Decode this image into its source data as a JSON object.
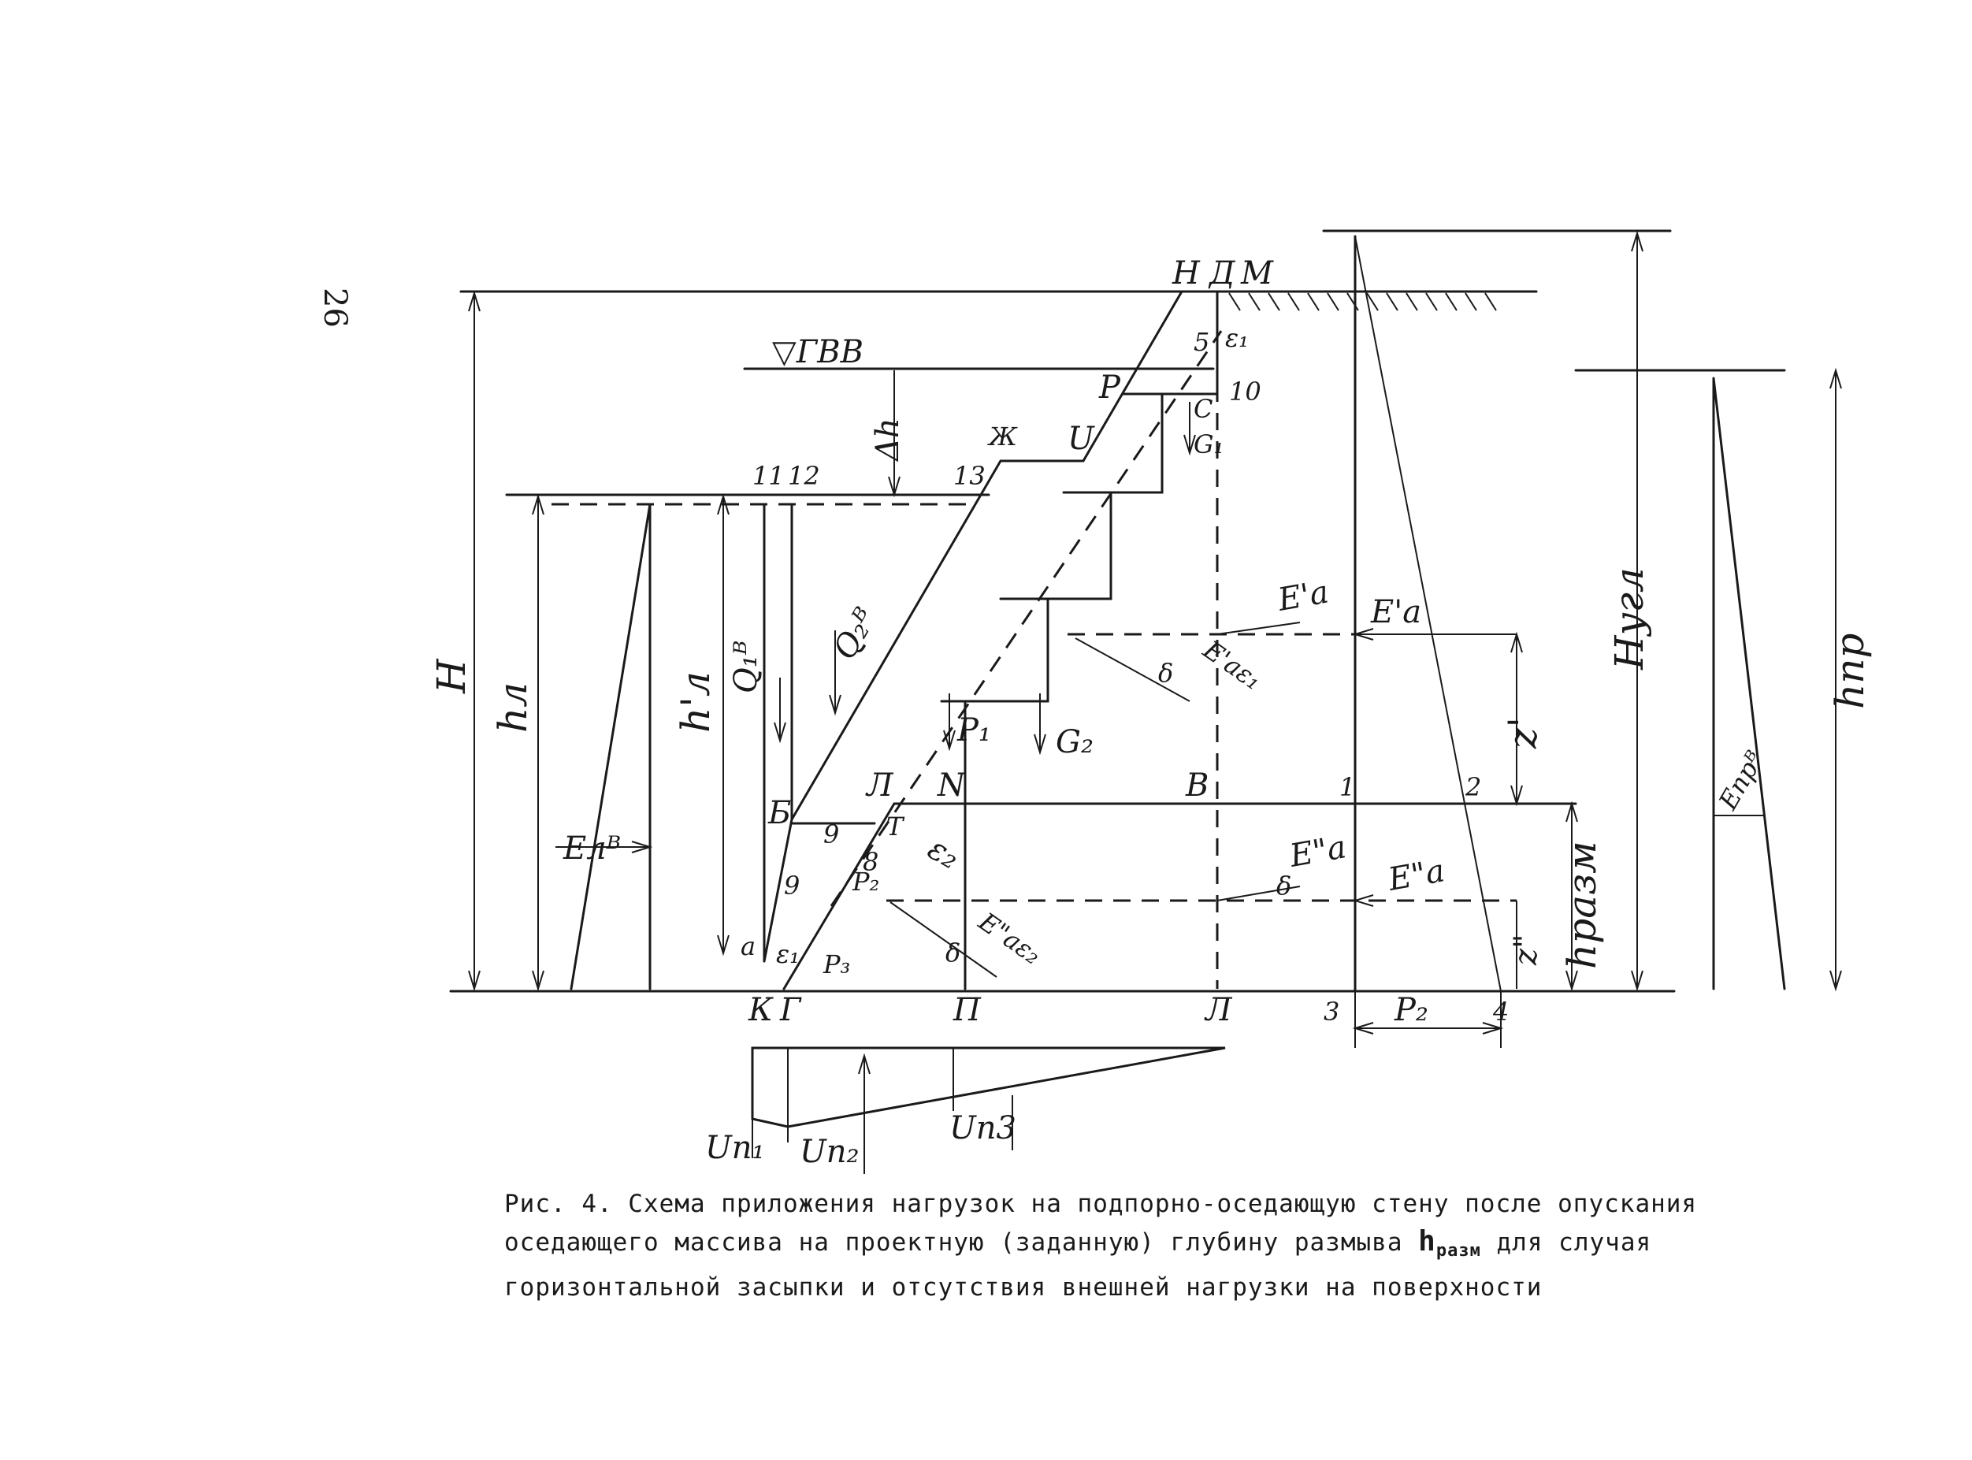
{
  "page_number": "26",
  "caption": {
    "line1": "Рис. 4. Схема приложения нагрузок на подпорно-оседающую стену после опускания",
    "line2": "оседающего массива на проектную (заданную)  глубину размыва",
    "line2_symbol": "h",
    "line2_subscript": "разм",
    "line2_tail": "для случая",
    "line3": "горизонтальной засыпки и отсутствия внешней нагрузки на поверхности"
  },
  "labels": {
    "H": "H",
    "D": "Д",
    "M": "М",
    "eps1_top": "ε₁",
    "five": "5",
    "ten": "10",
    "GVV": "▽ГВВ",
    "dh": "Δh",
    "P": "P",
    "C": "C",
    "G1": "G₁",
    "U": "U",
    "Zh": "Ж",
    "n11": "11",
    "n12": "12",
    "n13": "13",
    "hl": "hл",
    "hl_prime": "h'л",
    "Q1": "Q₁ᴮ",
    "Q2": "Q₂ᴮ",
    "P1": "P₁",
    "G2": "G₂",
    "Ea1": "E'a",
    "Ea1_right": "E'a",
    "Ea_eps1": "E'aε₁",
    "delta": "δ",
    "z1": "z'",
    "Hugl": "Hугл",
    "hpr": "hпр",
    "Epr": "Eпрᴮ",
    "L_top": "Л",
    "N": "N",
    "B_top": "B",
    "n1": "1",
    "n2": "2",
    "B_left": "Б",
    "n9": "9",
    "T": "T",
    "n8": "8",
    "eps2": "ε₂",
    "EL": "Eлᴮ",
    "Ea2": "E\"a",
    "Ea2_right": "E\"a",
    "Ea_eps2": "E\"aε₂",
    "P2": "P₂",
    "z2": "z\"",
    "hrazm": "hразм",
    "a_pt": "a",
    "eps1_bot": "ε₁",
    "P3": "P₃",
    "Q9": "9",
    "K": "К",
    "G": "Г",
    "Pi": "П",
    "L_bot": "Л",
    "n3": "3",
    "n4": "4",
    "Pz": "P₂",
    "Un1": "Uп₁",
    "Un2": "Uп₂",
    "Un3": "Uп3"
  }
}
